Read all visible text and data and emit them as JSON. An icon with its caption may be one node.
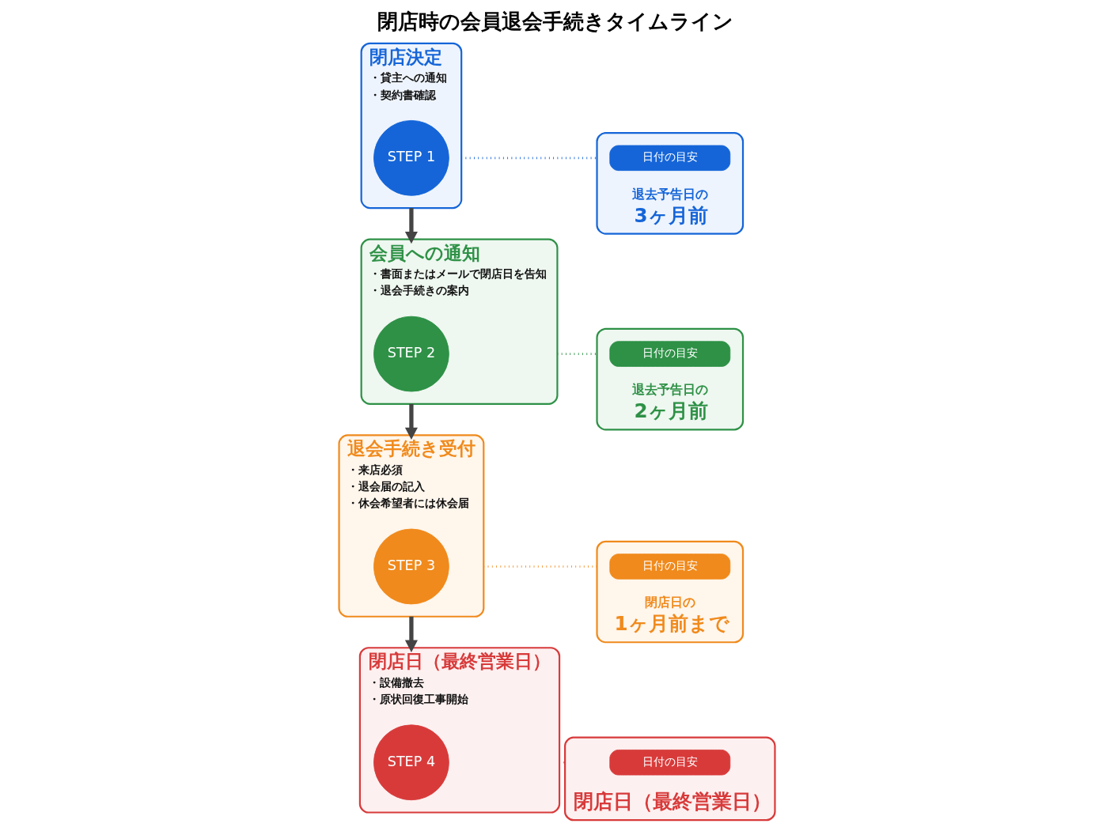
{
  "diagram": {
    "title": "閉店時の会員退会手続きタイムライン",
    "nodes": [
      {
        "text": [
          "閉店決定",
          "・貸主への通知",
          "・契約書確認"
        ]
      },
      {
        "text": [
          "STEP 1"
        ],
        "in": 0
      },
      {
        "text": [
          "退去予告日の",
          "3ヶ月前"
        ]
      },
      {
        "text": [
          "日付の目安"
        ],
        "in": 2
      },
      {
        "text": [
          "会員への通知",
          "・書面またはメールで閉店日を告知",
          "・退会手続きの案内"
        ]
      },
      {
        "text": [
          "STEP 2"
        ],
        "in": 4
      },
      {
        "text": [
          "退去予告日の",
          "2ヶ月前"
        ]
      },
      {
        "text": [
          "日付の目安"
        ],
        "in": 6
      },
      {
        "text": [
          "退会手続き受付",
          "・来店必須",
          "・退会届の記入",
          "・休会希望者には休会届"
        ]
      },
      {
        "text": [
          "STEP 3"
        ],
        "in": 8
      },
      {
        "text": [
          "閉店日の",
          "1ヶ月前まで"
        ]
      },
      {
        "text": [
          "日付の目安"
        ],
        "in": 10
      },
      {
        "text": [
          "閉店日（最終営業日）",
          "・設備撤去",
          "・原状回復工事開始"
        ]
      },
      {
        "text": [
          "STEP 4"
        ],
        "in": 12
      },
      {
        "text": [
          "閉店日（最終営業日）"
        ]
      },
      {
        "text": [
          "日付の目安"
        ],
        "in": 14
      }
    ],
    "edges": [
      {
        "from": 0,
        "to": 4,
        "arrow": "to",
        "style": "thick"
      },
      {
        "from": 4,
        "to": 8,
        "arrow": "to",
        "style": "thick"
      },
      {
        "from": 8,
        "to": 12,
        "arrow": "to",
        "style": "thick"
      },
      {
        "from": 0,
        "to": 2,
        "arrow": "none",
        "style": "dashed",
        "color": "#1565d8"
      },
      {
        "from": 4,
        "to": 6,
        "arrow": "none",
        "style": "dashed",
        "color": "#2e9146"
      },
      {
        "from": 8,
        "to": 10,
        "arrow": "none",
        "style": "dashed",
        "color": "#f08a1c"
      },
      {
        "from": 12,
        "to": 14,
        "arrow": "none",
        "style": "dashed",
        "color": "#d83a3a"
      }
    ]
  }
}
